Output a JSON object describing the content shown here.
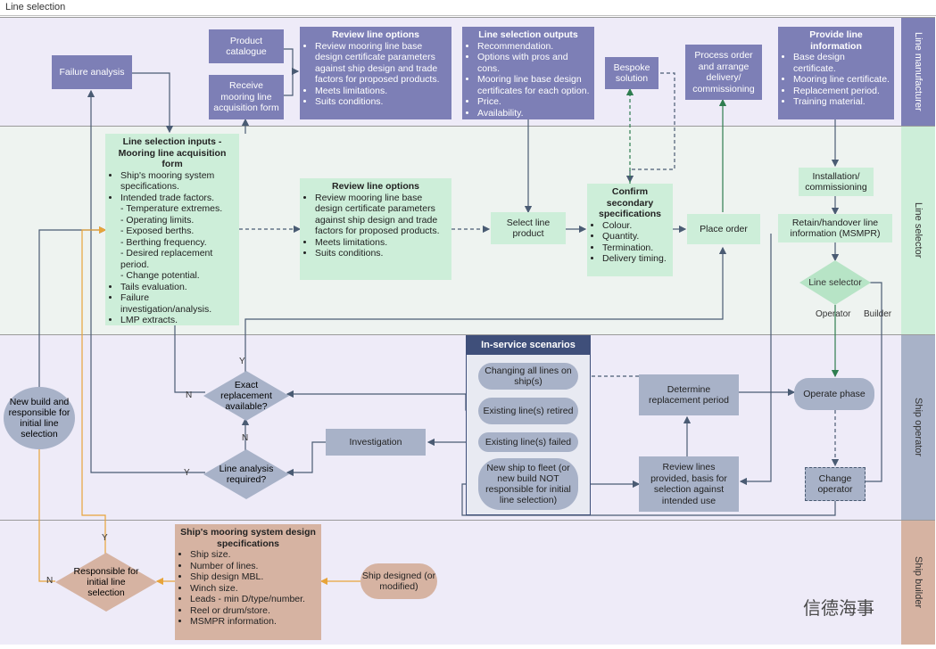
{
  "header": {
    "title": "Line selection"
  },
  "lanes": {
    "manufacturer": "Line manufacturer",
    "selector": "Line selector",
    "operator": "Ship operator",
    "builder": "Ship builder"
  },
  "nodes": {
    "failure_analysis": "Failure analysis",
    "product_catalogue": "Product catalogue",
    "receive_form": "Receive mooring line acquisition form",
    "review_top": {
      "title": "Review line options",
      "items": [
        "Review mooring line base design certificate parameters against ship design and trade factors for proposed products.",
        "Meets limitations.",
        "Suits conditions."
      ]
    },
    "outputs": {
      "title": "Line selection outputs",
      "items": [
        "Recommendation.",
        "Options with pros and cons.",
        "Mooring line base design certificates for each option.",
        "Price.",
        "Availability."
      ]
    },
    "bespoke": "Bespoke solution",
    "process_order": "Process order and arrange delivery/ commissioning",
    "provide_info": {
      "title": "Provide line information",
      "items": [
        "Base design certificate.",
        "Mooring line certificate.",
        "Replacement period.",
        "Training material."
      ]
    },
    "inputs": {
      "title": "Line selection inputs - Mooring line acquisition form",
      "items": [
        "Ship's mooring system specifications.",
        "Intended trade factors.",
        "- Temperature extremes.",
        "- Operating limits.",
        "- Exposed berths.",
        "- Berthing frequency.",
        "- Desired replacement period.",
        "- Change potential.",
        "Tails evaluation.",
        "Failure investigation/analysis.",
        "LMP extracts."
      ]
    },
    "review_mid": {
      "title": "Review line options",
      "items": [
        "Review mooring line base design certificate parameters against ship design and trade factors for proposed products.",
        "Meets limitations.",
        "Suits conditions."
      ]
    },
    "select_product": "Select line product",
    "confirm": {
      "title": "Confirm secondary specifications",
      "items": [
        "Colour.",
        "Quantity.",
        "Termination.",
        "Delivery timing."
      ]
    },
    "place_order": "Place order",
    "installation": "Installation/ commissioning",
    "retain": "Retain/handover line information (MSMPR)",
    "line_selector_decision": "Line selector",
    "operator_label": "Operator",
    "builder_label": "Builder",
    "in_service_title": "In-service scenarios",
    "changing_all": "Changing all lines on ship(s)",
    "existing_retired": "Existing line(s) retired",
    "existing_failed": "Existing line(s) failed",
    "new_ship": "New ship to fleet (or new build NOT responsible for initial line selection)",
    "exact_replacement": "Exact replacement available?",
    "line_analysis": "Line analysis required?",
    "investigation": "Investigation",
    "determine_period": "Determine replacement period",
    "review_lines": "Review lines provided, basis for selection against intended use",
    "operate_phase": "Operate phase",
    "change_operator": "Change operator",
    "new_build": "New build and responsible for initial line selection",
    "responsible": "Responsible for initial line selection",
    "design_specs": {
      "title": "Ship's mooring system design specifications",
      "items": [
        "Ship size.",
        "Number of lines.",
        "Ship design MBL.",
        "Winch size.",
        "Leads - min D/type/number.",
        "Reel or drum/store.",
        "MSMPR information."
      ]
    },
    "ship_designed": "Ship designed (or modified)"
  },
  "edge_labels": {
    "n1": "N",
    "y1": "Y",
    "n2": "N",
    "y2": "Y",
    "n3": "N",
    "y3": "Y"
  },
  "watermark": "信德海事",
  "colors": {
    "manufacturer_bg": "#eeebf8",
    "selector_bg": "#eef3f0",
    "operator_bg": "#eeebf8",
    "builder_bg": "#eeebf8",
    "tab_manufacturer": "#7d7fb6",
    "tab_selector": "#cdeed9",
    "tab_operator": "#a8b2c8",
    "tab_builder": "#d6b3a2",
    "flow_line": "#4a5b73",
    "builder_line": "#e7a43a"
  }
}
